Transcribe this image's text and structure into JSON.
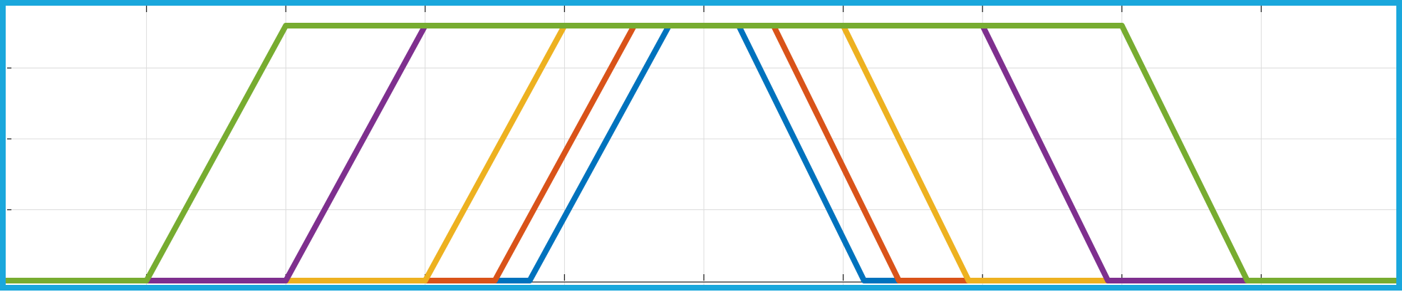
{
  "chart_data": {
    "type": "line",
    "title": "",
    "xlabel": "",
    "ylabel": "",
    "xlim": [
      0,
      10
    ],
    "ylim": [
      0,
      1
    ],
    "grid": true,
    "legend": "none",
    "x_ticks": [
      1,
      2,
      3,
      4,
      5,
      6,
      7,
      8,
      9
    ],
    "y_ticks": [
      0.25,
      0.5,
      0.75
    ],
    "frame_color": "#1aa7dc",
    "series": [
      {
        "color": "#0072bd",
        "x": [
          0,
          3.75,
          4.75,
          5.25,
          6.15,
          10
        ],
        "y": [
          0,
          0,
          1,
          1,
          0,
          0
        ]
      },
      {
        "color": "#d95319",
        "x": [
          0,
          3.5,
          4.5,
          5.5,
          6.4,
          10
        ],
        "y": [
          0,
          0,
          1,
          1,
          0,
          0
        ]
      },
      {
        "color": "#edb120",
        "x": [
          0,
          3.0,
          4.0,
          6.0,
          6.9,
          10
        ],
        "y": [
          0,
          0,
          1,
          1,
          0,
          0
        ]
      },
      {
        "color": "#7e2f8e",
        "x": [
          0,
          2.0,
          3.0,
          7.0,
          7.9,
          10
        ],
        "y": [
          0,
          0,
          1,
          1,
          0,
          0
        ]
      },
      {
        "color": "#77ac30",
        "x": [
          0,
          1.0,
          2.0,
          8.0,
          8.9,
          10
        ],
        "y": [
          0,
          0,
          1,
          1,
          0,
          0
        ]
      }
    ]
  }
}
